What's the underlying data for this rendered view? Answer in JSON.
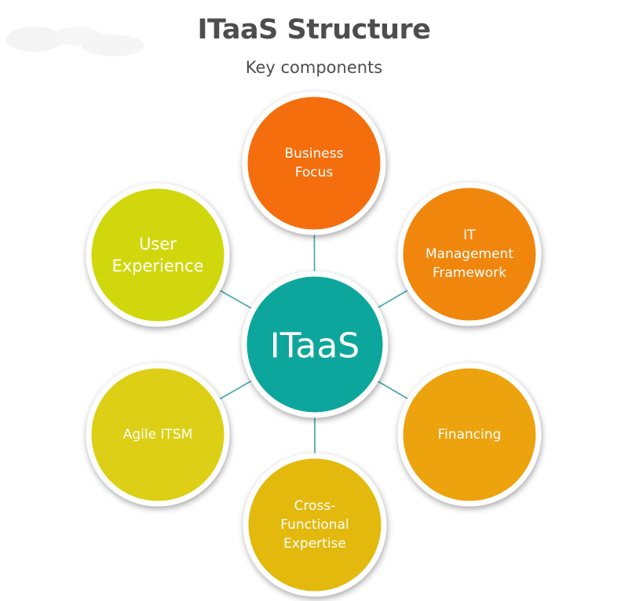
{
  "header": {
    "title": "ITaaS Structure",
    "subtitle": "Key components"
  },
  "center": {
    "label": "ITaaS",
    "color": "#0aa69d"
  },
  "components": [
    {
      "name": "business-focus",
      "lines": [
        "Business",
        "Focus"
      ],
      "color": "#f56e08"
    },
    {
      "name": "it-management-framework",
      "lines": [
        "IT",
        "Management",
        "Framework"
      ],
      "color": "#f1860c"
    },
    {
      "name": "financing",
      "lines": [
        "Financing"
      ],
      "color": "#eda30c"
    },
    {
      "name": "cross-functional-expertise",
      "lines": [
        "Cross-",
        "Functional",
        "Expertise"
      ],
      "color": "#e3b911"
    },
    {
      "name": "agile-itsm",
      "lines": [
        "Agile ITSM"
      ],
      "color": "#ddcf12"
    },
    {
      "name": "user-experience",
      "lines": [
        "User",
        "Experience"
      ],
      "color": "#d1d70e"
    }
  ],
  "connector_color": "#3fa4a4"
}
